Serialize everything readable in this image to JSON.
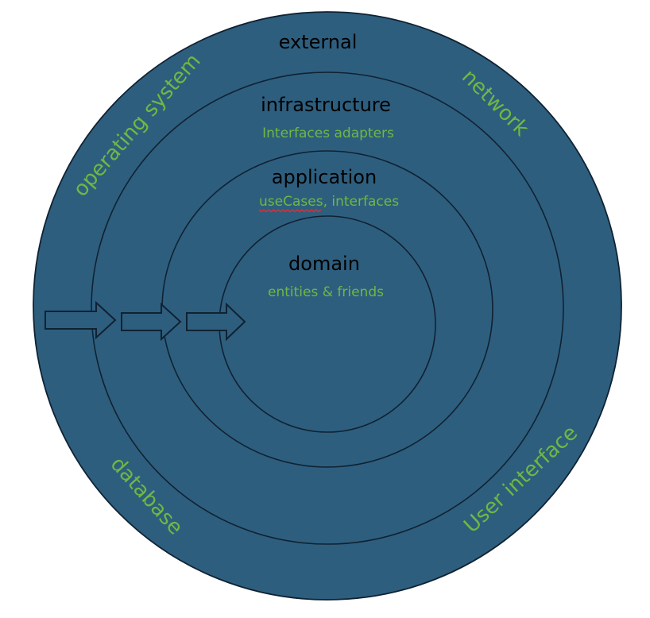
{
  "diagram": {
    "type": "concentric-layers",
    "colors": {
      "fill": "#2e5e7e",
      "outline": "#0f2233",
      "title_text": "#000000",
      "subtitle_text": "#6fb843",
      "spellcheck_underline": "#e03030"
    },
    "layers": [
      {
        "title": "external",
        "subtitle": ""
      },
      {
        "title": "infrastructure",
        "subtitle": "Interfaces adapters"
      },
      {
        "title": "application",
        "subtitle_parts": [
          "useCases",
          ", interfaces"
        ],
        "misspelled_word": "useCases"
      },
      {
        "title": "domain",
        "subtitle": "entities & friends"
      }
    ],
    "external_labels": [
      {
        "text": "operating system",
        "position": "top-left"
      },
      {
        "text": "network",
        "position": "top-right"
      },
      {
        "text": "database",
        "position": "bottom-left"
      },
      {
        "text": "User interface",
        "position": "bottom-right"
      }
    ],
    "arrows": [
      {
        "direction": "right",
        "from": "external",
        "to": "infrastructure"
      },
      {
        "direction": "right",
        "from": "infrastructure",
        "to": "application"
      },
      {
        "direction": "right",
        "from": "application",
        "to": "domain"
      }
    ]
  }
}
